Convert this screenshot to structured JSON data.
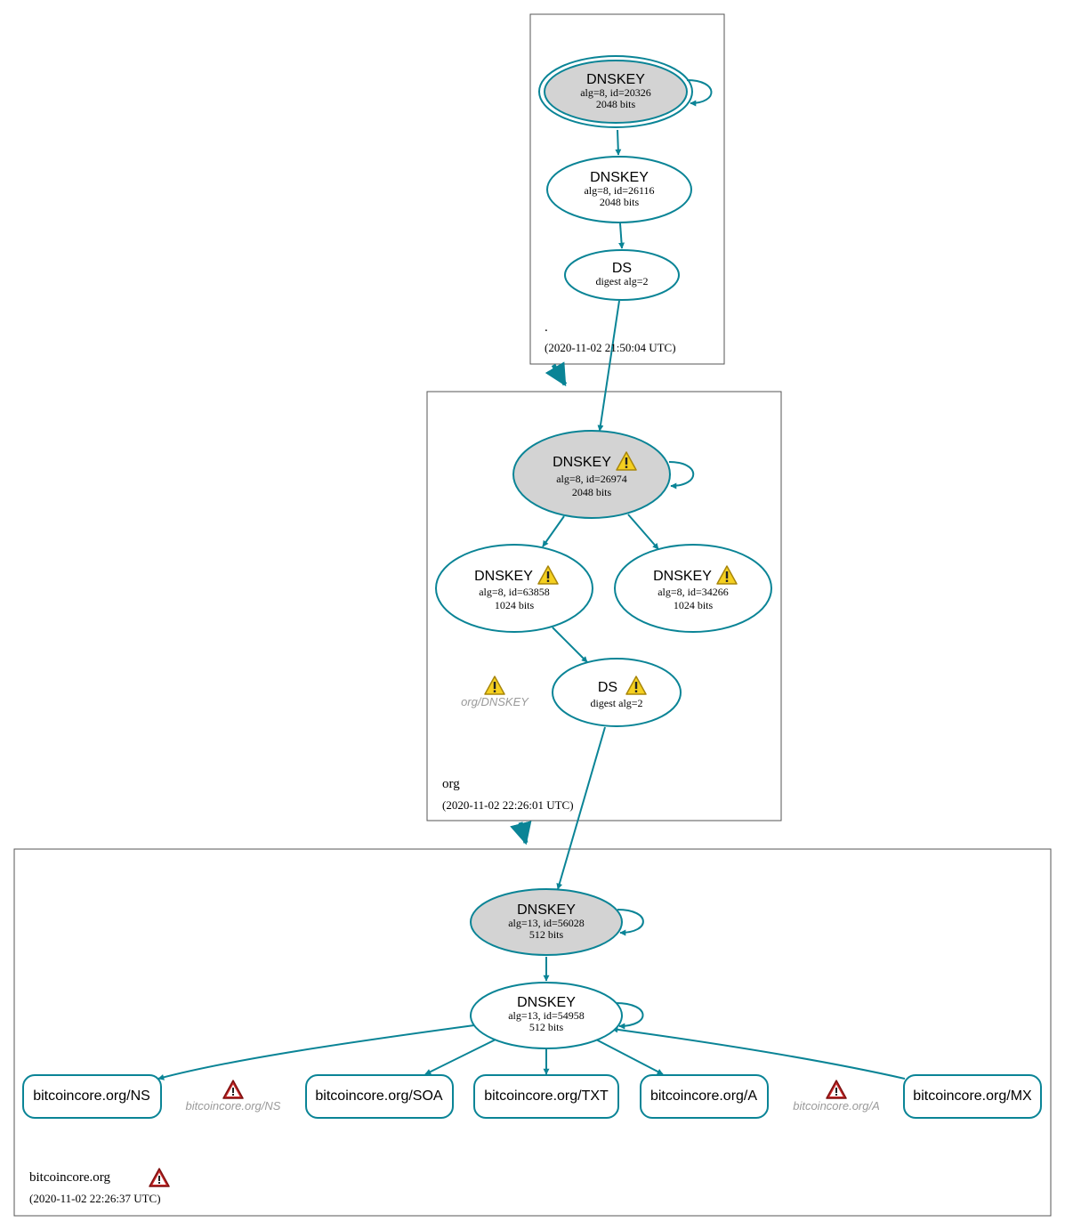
{
  "colors": {
    "edge": "#0a8496",
    "node_fill_ksk": "#d3d3d3",
    "node_fill": "#ffffff",
    "zone_border": "#555555",
    "ghost_text": "#9a9a9a",
    "warning_fill": "#f5d020",
    "error_fill": "#c62828"
  },
  "zones": {
    "root": {
      "name": ".",
      "timestamp": "(2020-11-02 21:50:04 UTC)",
      "nodes": {
        "ksk": {
          "title": "DNSKEY",
          "line1": "alg=8, id=20326",
          "line2": "2048 bits"
        },
        "zsk": {
          "title": "DNSKEY",
          "line1": "alg=8, id=26116",
          "line2": "2048 bits"
        },
        "ds": {
          "title": "DS",
          "line1": "digest alg=2"
        }
      }
    },
    "org": {
      "name": "org",
      "timestamp": "(2020-11-02 22:26:01 UTC)",
      "ghost_label": "org/DNSKEY",
      "nodes": {
        "ksk": {
          "title": "DNSKEY",
          "line1": "alg=8, id=26974",
          "line2": "2048 bits"
        },
        "zsk1": {
          "title": "DNSKEY",
          "line1": "alg=8, id=63858",
          "line2": "1024 bits"
        },
        "zsk2": {
          "title": "DNSKEY",
          "line1": "alg=8, id=34266",
          "line2": "1024 bits"
        },
        "ds": {
          "title": "DS",
          "line1": "digest alg=2"
        }
      }
    },
    "bitcoincore": {
      "name": "bitcoincore.org",
      "timestamp": "(2020-11-02 22:26:37 UTC)",
      "nodes": {
        "ksk": {
          "title": "DNSKEY",
          "line1": "alg=13, id=56028",
          "line2": "512 bits"
        },
        "zsk": {
          "title": "DNSKEY",
          "line1": "alg=13, id=54958",
          "line2": "512 bits"
        }
      },
      "records": {
        "ns": "bitcoincore.org/NS",
        "soa": "bitcoincore.org/SOA",
        "txt": "bitcoincore.org/TXT",
        "a": "bitcoincore.org/A",
        "mx": "bitcoincore.org/MX"
      },
      "ghost_ns": "bitcoincore.org/NS",
      "ghost_a": "bitcoincore.org/A"
    }
  }
}
